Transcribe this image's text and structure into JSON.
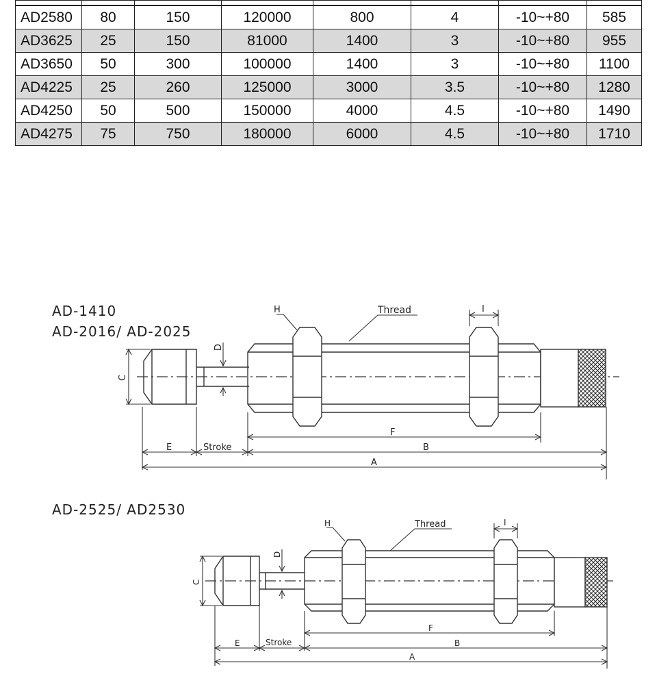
{
  "table": {
    "rows": [
      [
        "",
        "",
        "",
        "",
        "",
        "",
        "",
        ""
      ],
      [
        "AD2580",
        "80",
        "150",
        "120000",
        "800",
        "4",
        "-10~+80",
        "585"
      ],
      [
        "AD3625",
        "25",
        "150",
        "81000",
        "1400",
        "3",
        "-10~+80",
        "955"
      ],
      [
        "AD3650",
        "50",
        "300",
        "100000",
        "1400",
        "3",
        "-10~+80",
        "1100"
      ],
      [
        "AD4225",
        "25",
        "260",
        "125000",
        "3000",
        "3.5",
        "-10~+80",
        "1280"
      ],
      [
        "AD4250",
        "50",
        "500",
        "150000",
        "4000",
        "4.5",
        "-10~+80",
        "1490"
      ],
      [
        "AD4275",
        "75",
        "750",
        "180000",
        "6000",
        "4.5",
        "-10~+80",
        "1710"
      ]
    ],
    "shaded_rows": [
      2,
      4,
      6
    ],
    "colors": {
      "shade": "#d9d9d9",
      "border": "#222222"
    }
  },
  "drawing1": {
    "models_line1": "AD-1410",
    "models_line2": "AD-2016/ AD-2025",
    "labels": {
      "H": "H",
      "thread": "Thread",
      "I": "I",
      "D": "D",
      "C": "C",
      "E": "E",
      "stroke": "Stroke",
      "F": "F",
      "B": "B",
      "A": "A"
    }
  },
  "drawing2": {
    "models_line1": "AD-2525/ AD2530",
    "labels": {
      "H": "H",
      "thread": "Thread",
      "I": "I",
      "D": "D",
      "C": "C",
      "E": "E",
      "stroke": "Stroke",
      "F": "F",
      "B": "B",
      "A": "A"
    }
  }
}
